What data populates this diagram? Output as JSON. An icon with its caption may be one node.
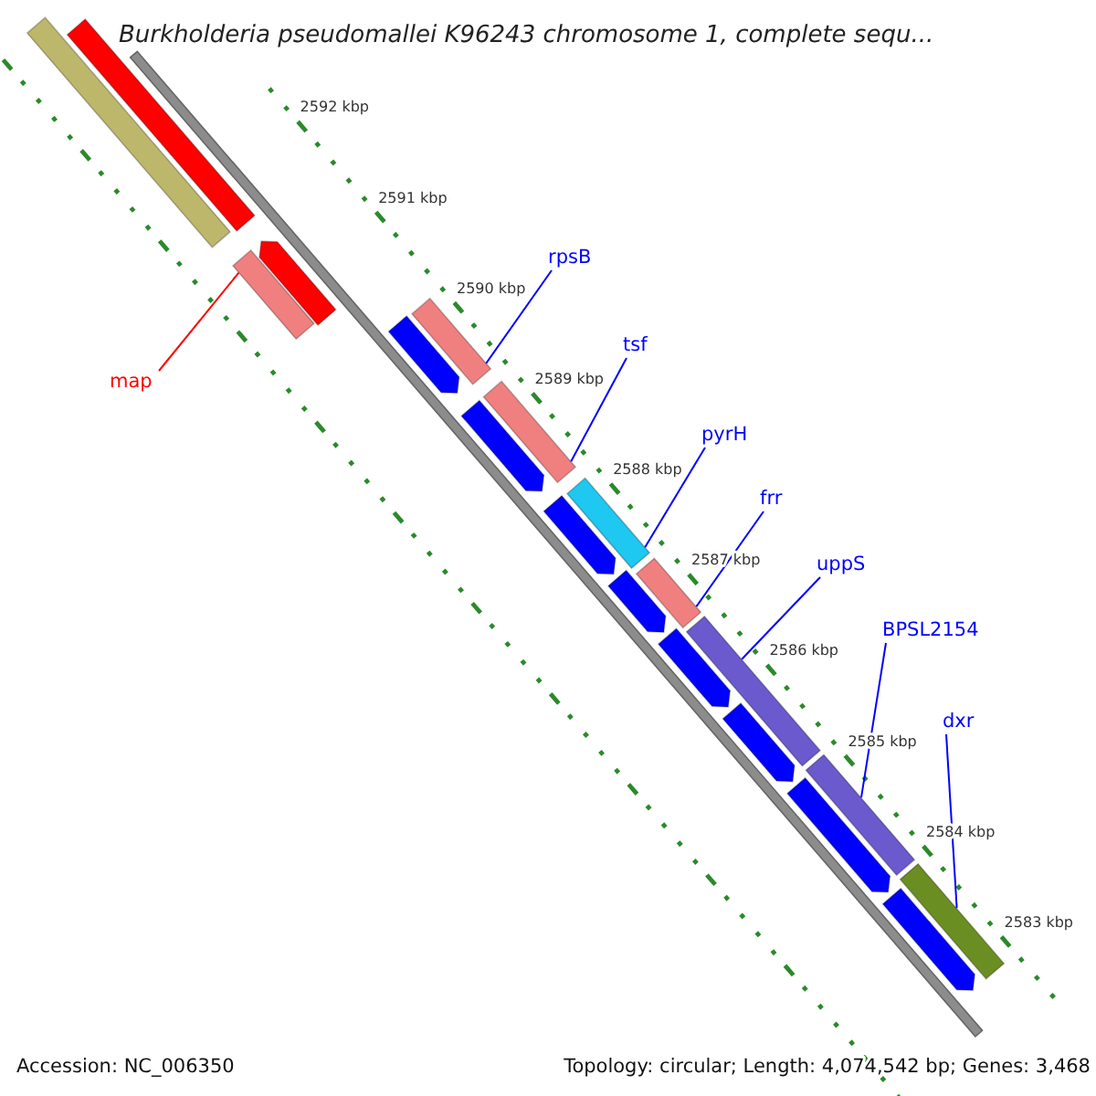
{
  "diagram": {
    "title": "Burkholderia pseudomallei K96243 chromosome 1, complete sequ...",
    "nodes": [
      {
        "text": [
          "map"
        ]
      },
      {
        "text": [],
        "shape": "bar"
      },
      {
        "text": [
          "rpsB"
        ]
      },
      {
        "text": [],
        "shape": "bar"
      },
      {
        "text": [
          "tsf"
        ]
      },
      {
        "text": [],
        "shape": "bar"
      },
      {
        "text": [
          "pyrH"
        ]
      },
      {
        "text": [],
        "shape": "bar"
      },
      {
        "text": [
          "frr"
        ]
      },
      {
        "text": [],
        "shape": "bar"
      },
      {
        "text": [
          "uppS"
        ]
      },
      {
        "text": [],
        "shape": "bar"
      },
      {
        "text": [
          "BPSL2154"
        ]
      },
      {
        "text": [],
        "shape": "bar"
      },
      {
        "text": [
          "dxr"
        ]
      },
      {
        "text": [],
        "shape": "bar"
      },
      {
        "text": [],
        "shape": "bar"
      },
      {
        "text": [],
        "shape": "bar"
      },
      {
        "text": [],
        "shape": "arrow"
      },
      {
        "text": [],
        "shape": "arrow"
      },
      {
        "text": [],
        "shape": "arrow"
      },
      {
        "text": [],
        "shape": "arrow"
      },
      {
        "text": [],
        "shape": "arrow"
      },
      {
        "text": [],
        "shape": "arrow"
      },
      {
        "text": [],
        "shape": "arrow"
      },
      {
        "text": [],
        "shape": "arrow"
      },
      {
        "text": [],
        "shape": "arrow"
      }
    ],
    "edges": [
      {
        "from": 0,
        "to": 1,
        "arrow": "none",
        "color": "#ff0000"
      },
      {
        "from": 2,
        "to": 3,
        "arrow": "none"
      },
      {
        "from": 4,
        "to": 5,
        "arrow": "none"
      },
      {
        "from": 6,
        "to": 7,
        "arrow": "none"
      },
      {
        "from": 8,
        "to": 9,
        "arrow": "none"
      },
      {
        "from": 10,
        "to": 11,
        "arrow": "none"
      },
      {
        "from": 12,
        "to": 13,
        "arrow": "none"
      },
      {
        "from": 14,
        "to": 15,
        "arrow": "none"
      }
    ],
    "labels": [
      "2592 kbp",
      "2591 kbp",
      "2590 kbp",
      "2589 kbp",
      "2588 kbp",
      "2587 kbp",
      "2586 kbp",
      "2585 kbp",
      "2584 kbp",
      "2583 kbp",
      "Accession: NC_006350",
      "Topology: circular; Length: 4,074,542 bp; Genes: 3,468"
    ]
  }
}
